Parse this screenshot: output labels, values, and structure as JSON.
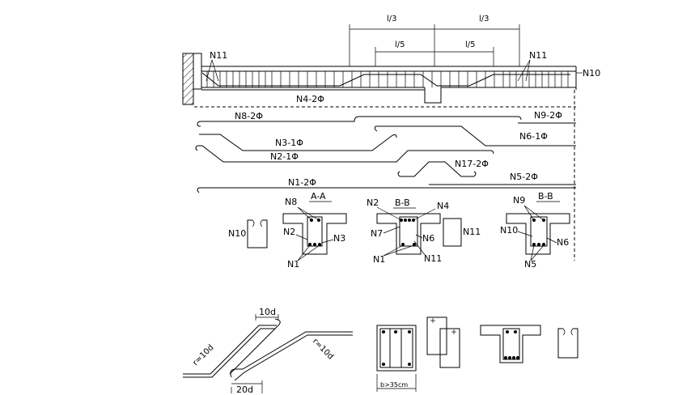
{
  "beam_elevation": {
    "dim_third_left": "l/3",
    "dim_third_right": "l/3",
    "dim_fifth_left": "l/5",
    "dim_fifth_right": "l/5",
    "label_n11_left": "N11",
    "label_n11_right": "N11",
    "label_n10": "N10"
  },
  "rebars": {
    "n4": "N4-2Φ",
    "n8": "N8-2Φ",
    "n9": "N9-2Φ",
    "n3": "N3-1Φ",
    "n6": "N6-1Φ",
    "n2": "N2-1Φ",
    "n17": "N17-2Φ",
    "n5": "N5-2Φ",
    "n1": "N1-2Φ"
  },
  "sections": {
    "aa": {
      "title": "A-A",
      "n8": "N8",
      "n2": "N2",
      "n3": "N3",
      "n1": "N1"
    },
    "bb1": {
      "title": "B-B",
      "n2": "N2",
      "n4": "N4",
      "n7": "N7",
      "n6": "N6",
      "n1": "N1",
      "n11": "N11"
    },
    "bb2": {
      "title": "B-B",
      "n9": "N9",
      "n10": "N10",
      "n6": "N6",
      "n5": "N5"
    },
    "n10_label": "N10",
    "n11_label": "N11"
  },
  "details": {
    "dim_10d": "10d",
    "dim_20d": "20d",
    "len_left": "r=10d",
    "len_right": "r=10d",
    "width_note": "b>35cm"
  }
}
